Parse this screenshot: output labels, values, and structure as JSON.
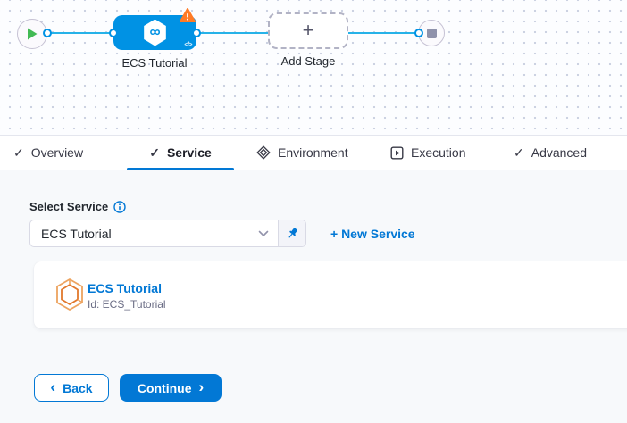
{
  "icons": {
    "check": "✓",
    "plus": "+",
    "infinity": "∞",
    "code": "</>",
    "back_chevron": "‹",
    "continue_chevron": "›"
  },
  "canvas": {
    "stage_name": "ECS Tutorial",
    "add_stage_label": "Add Stage"
  },
  "tabs": {
    "overview": "Overview",
    "service": "Service",
    "environment": "Environment",
    "execution": "Execution",
    "advanced": "Advanced"
  },
  "service_panel": {
    "select_label": "Select Service",
    "dropdown_value": "ECS Tutorial",
    "new_service_label": "+ New Service",
    "card_title": "ECS Tutorial",
    "card_id": "Id: ECS_Tutorial"
  },
  "footer": {
    "back": "Back",
    "continue": "Continue"
  },
  "colors": {
    "primary_blue": "#0278d5",
    "node_blue": "#0092e4",
    "edge_line": "#26b2e8",
    "warning_orange": "#ff7b26",
    "service_icon_orange": "#e98a3f",
    "play_green": "#42ba54",
    "text_dark": "#22272e",
    "text_muted": "#6b6d85",
    "border_gray": "#d9dae5",
    "content_bg": "#f7f9fb"
  }
}
